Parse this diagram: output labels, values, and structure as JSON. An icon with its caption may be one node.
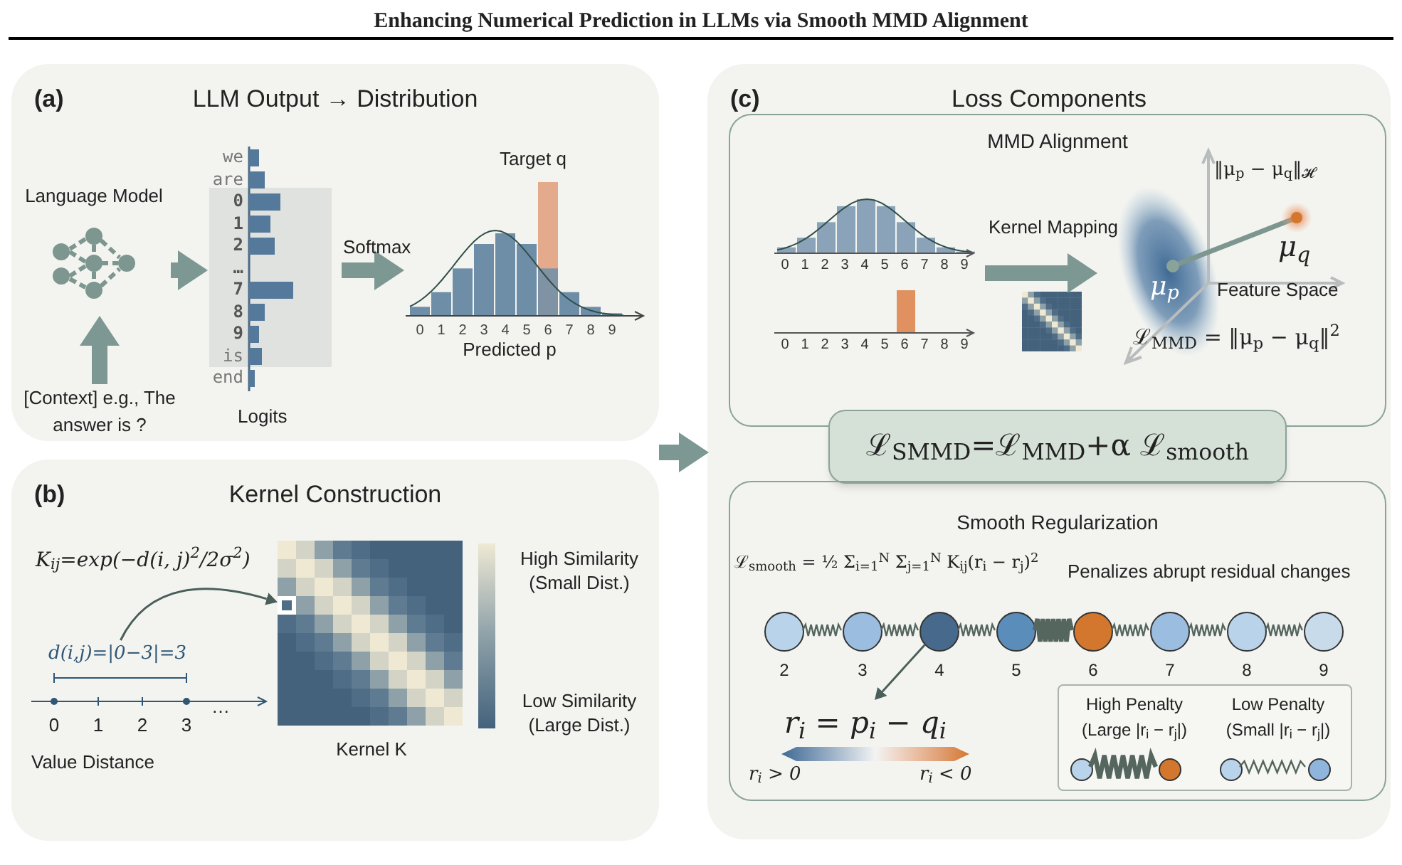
{
  "diagram": {
    "title": "Enhancing Numerical Prediction in LLMs via Smooth MMD Alignment",
    "nodes": [
      {
        "text": [
          "(a)",
          "LLM Output → Distribution"
        ]
      },
      {
        "text": [
          "Language Model"
        ],
        "in": 0
      },
      {
        "text": [
          "[Context] e.g., The answer is ?"
        ],
        "in": 0
      },
      {
        "text": [
          "Logits"
        ],
        "in": 0
      },
      {
        "text": [
          "Target q",
          "Predicted p"
        ],
        "in": 0
      },
      {
        "text": [
          "(b)",
          "Kernel Construction"
        ]
      },
      {
        "text": [
          "K$_{ij}$=exp(−d(i, j)$^{2}$/2σ$^{2}$)"
        ],
        "in": 5
      },
      {
        "text": [
          "d(i,j)=|0−3|=3",
          "Value Distance"
        ],
        "in": 5
      },
      {
        "text": [
          "Kernel K"
        ],
        "in": 5
      },
      {
        "text": [],
        "shape": "box",
        "in": 8
      },
      {
        "text": [
          "(c)",
          "Loss Components"
        ]
      },
      {
        "text": [
          "MMD Alignment"
        ],
        "in": 10
      },
      {
        "text": [],
        "shape": "bar",
        "in": 11
      },
      {
        "text": [
          "Feature Space"
        ],
        "in": 11
      },
      {
        "text": [
          "ℒ$_{SMMD}$=ℒ$_{MMD}$+α ℒ$_{smooth}$"
        ],
        "in": 10
      },
      {
        "text": [
          "Smooth Regularization"
        ],
        "in": 10
      },
      {
        "text": [],
        "shape": "circle",
        "in": 15,
        "beside": [
          "2"
        ]
      },
      {
        "text": [],
        "shape": "circle",
        "in": 15,
        "beside": [
          "3"
        ]
      },
      {
        "text": [],
        "shape": "circle",
        "in": 15,
        "beside": [
          "4"
        ]
      },
      {
        "text": [],
        "shape": "circle",
        "in": 15,
        "beside": [
          "5"
        ]
      },
      {
        "text": [],
        "shape": "circle",
        "in": 15,
        "beside": [
          "6"
        ]
      },
      {
        "text": [],
        "shape": "circle",
        "in": 15,
        "beside": [
          "7"
        ]
      },
      {
        "text": [],
        "shape": "circle",
        "in": 15,
        "beside": [
          "8"
        ]
      },
      {
        "text": [],
        "shape": "circle",
        "in": 15,
        "beside": [
          "9"
        ]
      },
      {
        "text": [
          "r$_{i}$ = p$_{i}$ − q$_{i}$"
        ],
        "in": 15
      },
      {
        "text": [
          "High Penalty (Large |r$_{i}$ − r$_{j}$|)",
          "Low Penalty (Small |r$_{i}$ − r$_{j}$|)"
        ],
        "in": 15
      },
      {
        "text": [],
        "shape": "circle",
        "in": 25
      },
      {
        "text": [],
        "shape": "circle",
        "in": 25
      },
      {
        "text": [],
        "shape": "circle",
        "in": 25
      },
      {
        "text": [],
        "shape": "circle",
        "in": 25
      }
    ],
    "edges": [
      {
        "from": 2,
        "to": 1,
        "arrow": "to",
        "style": "thick"
      },
      {
        "from": 1,
        "to": 3,
        "arrow": "to",
        "style": "thick"
      },
      {
        "from": 3,
        "to": 4,
        "arrow": "to",
        "style": "thick",
        "label": "Softmax"
      },
      {
        "from": 7,
        "to": 9,
        "arrow": "to"
      },
      {
        "from": 5,
        "to": 10,
        "arrow": "to",
        "style": "thick"
      },
      {
        "from": 12,
        "to": 13,
        "arrow": "to",
        "style": "thick",
        "label": "Kernel Mapping"
      },
      {
        "from": 16,
        "to": 17,
        "arrow": "none"
      },
      {
        "from": 17,
        "to": 18,
        "arrow": "none"
      },
      {
        "from": 18,
        "to": 19,
        "arrow": "none"
      },
      {
        "from": 19,
        "to": 20,
        "arrow": "none",
        "style": "thick"
      },
      {
        "from": 20,
        "to": 21,
        "arrow": "none"
      },
      {
        "from": 21,
        "to": 22,
        "arrow": "none"
      },
      {
        "from": 22,
        "to": 23,
        "arrow": "none"
      },
      {
        "from": 18,
        "to": 24,
        "arrow": "to"
      },
      {
        "from": 26,
        "to": 27,
        "arrow": "none",
        "style": "thick"
      },
      {
        "from": 28,
        "to": 29,
        "arrow": "none"
      }
    ],
    "labels": [
      "we",
      "are",
      "0",
      "1",
      "2",
      "…",
      "7",
      "8",
      "9",
      "is",
      "end",
      "0",
      "1",
      "2",
      "3",
      "4",
      "5",
      "6",
      "7",
      "8",
      "9",
      "0",
      "1",
      "2",
      "3",
      "…",
      "High Similarity (Small Dist.)",
      "Low Similarity (Large Dist.)",
      "0",
      "1",
      "2",
      "3",
      "4",
      "5",
      "6",
      "7",
      "8",
      "9",
      "0",
      "1",
      "2",
      "3",
      "4",
      "5",
      "6",
      "7",
      "8",
      "9",
      "‖μ$_{p}$ − μ$_{q}$‖$_{𝓗}$",
      "μ$_{q}$",
      "μ$_{p}$",
      "ℒ$_{MMD}$ = ‖μ$_{p}$ − μ$_{q}$‖$^{2}$",
      "ℒ$_{smooth}$ = ½ Σ$_{i=1}$$^{N}$ Σ$_{j=1}$$^{N}$ K$_{ij}$(r$_{i}$ − r$_{j}$)$^{2}$",
      "Penalizes abrupt residual changes",
      "r$_{i}$ > 0",
      "r$_{i}$ < 0"
    ]
  }
}
